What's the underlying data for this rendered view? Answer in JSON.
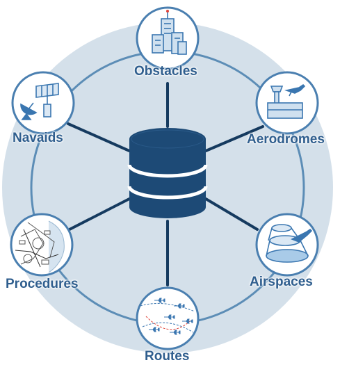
{
  "diagram": {
    "hub": {
      "icon": "database-icon"
    },
    "nodes": [
      {
        "key": "obstacles",
        "label": "Obstacles",
        "icon": "buildings-icon"
      },
      {
        "key": "aerodromes",
        "label": "Aerodromes",
        "icon": "control-tower-airplane-icon"
      },
      {
        "key": "airspaces",
        "label": "Airspaces",
        "icon": "airspace-layers-airplane-icon"
      },
      {
        "key": "routes",
        "label": "Routes",
        "icon": "route-map-airplanes-icon"
      },
      {
        "key": "procedures",
        "label": "Procedures",
        "icon": "procedure-chart-icon"
      },
      {
        "key": "navaids",
        "label": "Navaids",
        "icon": "radar-antenna-icon"
      }
    ]
  },
  "colors": {
    "ring_fill": "#d4e0ea",
    "ring_stroke": "#5c8db6",
    "spoke": "#153a5f",
    "database": "#1d4a76",
    "node_stroke": "#4a7fb0",
    "icon": "#3a76b0",
    "label": "#2f5e8e"
  }
}
